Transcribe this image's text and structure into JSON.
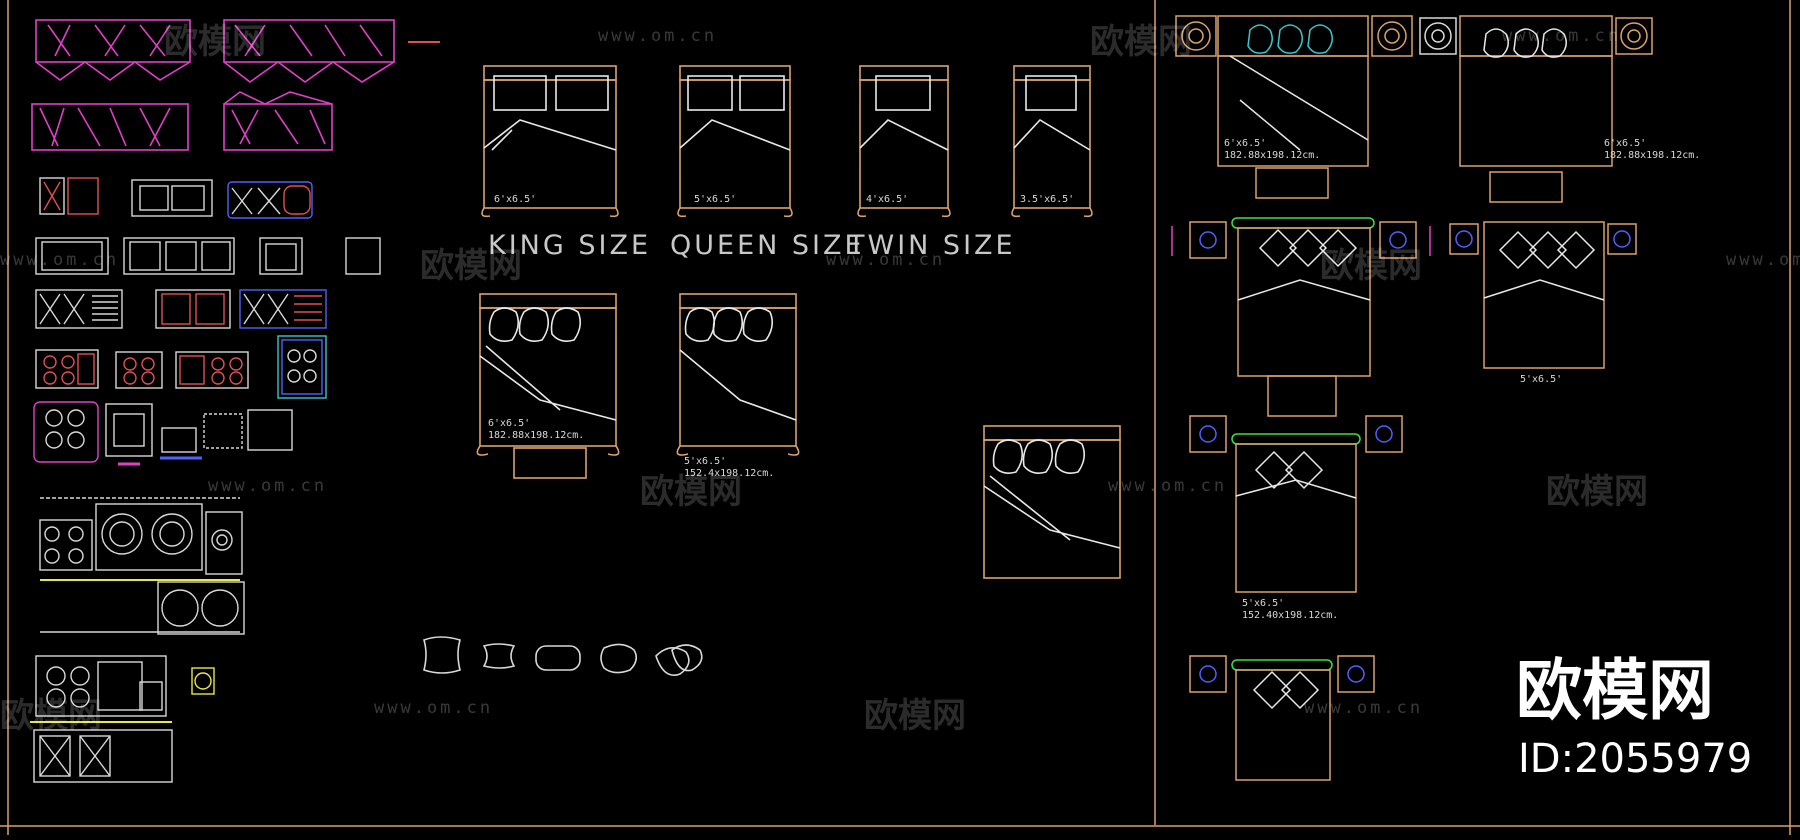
{
  "labels": {
    "king_size": "KING SIZE",
    "queen_size": "QUEEN SIZE",
    "twin_size": "TWIN SIZE",
    "dim_6x65": "6'x6.5'",
    "dim_5x65": "5'x6.5'",
    "dim_4x65": "4'x6.5'",
    "dim_35x65": "3.5'x6.5'",
    "dim_6x65_full": "6'x6.5'",
    "metric_6": "182.88x198.12cm.",
    "dim_5x65_full": "5'x6.5'",
    "metric_5": "152.4x198.12cm.",
    "metric_5b": "152.40x198.12cm."
  },
  "watermark": {
    "brand_text": "欧模网",
    "url_text": "www.om.cn"
  },
  "brand": {
    "title": "欧模网",
    "id_text": "ID:2055979"
  },
  "colors": {
    "background": "#000000",
    "bed_outline": "#d9a36a",
    "pillow": "#e8e8e8",
    "magenta": "#e040c8",
    "blue": "#5060ff",
    "cyan": "#38c8d0",
    "green": "#40e040",
    "kitchen_white": "#d8d8d8",
    "kitchen_red": "#e05050",
    "border": "#d9a36a"
  }
}
